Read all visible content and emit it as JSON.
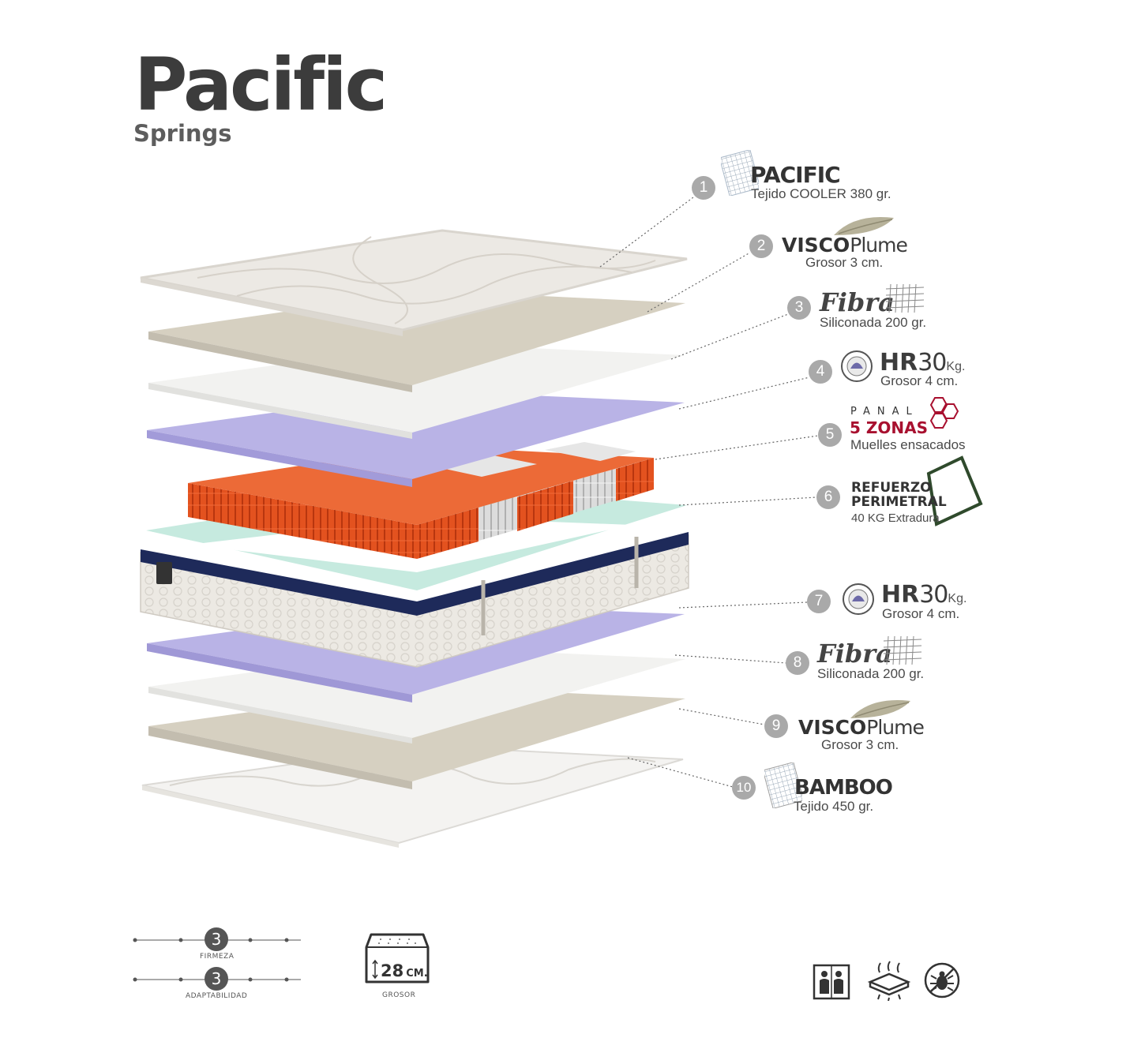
{
  "header": {
    "title": "Pacific",
    "subtitle": "Springs"
  },
  "layers": [
    {
      "number": "1",
      "name": "PACIFIC",
      "detail": "Tejido COOLER 380 gr.",
      "icon": "fabric-grid-icon"
    },
    {
      "number": "2",
      "name_bold": "VISCO",
      "name_light": "Plume",
      "detail": "Grosor 3 cm.",
      "icon": "feather-icon"
    },
    {
      "number": "3",
      "name": "Fibra",
      "detail": "Siliconada 200 gr.",
      "icon": "fiber-grid-icon"
    },
    {
      "number": "4",
      "name_bold": "HR",
      "name_light": "30",
      "unit": "Kg.",
      "detail": "Grosor 4 cm.",
      "icon": "hr-foam-icon"
    },
    {
      "number": "5",
      "name_top": "PANAL",
      "name": "5 ZONAS",
      "detail": "Muelles ensacados",
      "icon": "honeycomb-icon"
    },
    {
      "number": "6",
      "name_line1": "REFUERZO",
      "name_line2": "PERIMETRAL",
      "detail": "40 KG Extradura",
      "icon": "perimeter-frame-icon"
    },
    {
      "number": "7",
      "name_bold": "HR",
      "name_light": "30",
      "unit": "Kg.",
      "detail": "Grosor 4 cm.",
      "icon": "hr-foam-icon"
    },
    {
      "number": "8",
      "name": "Fibra",
      "detail": "Siliconada 200 gr.",
      "icon": "fiber-grid-icon"
    },
    {
      "number": "9",
      "name_bold": "VISCO",
      "name_light": "Plume",
      "detail": "Grosor 3 cm.",
      "icon": "feather-icon"
    },
    {
      "number": "10",
      "name": "BAMBOO",
      "detail": "Tejido 450 gr.",
      "icon": "fabric-grid-icon"
    }
  ],
  "ratings": {
    "firmeza": {
      "label": "FIRMEZA",
      "value": "3",
      "scale_max": 5
    },
    "adaptabilidad": {
      "label": "ADAPTABILIDAD",
      "value": "3",
      "scale_max": 5
    }
  },
  "grosor": {
    "label": "GROSOR",
    "value": "28",
    "unit": "CM."
  },
  "feature_icons": [
    "independent-sleepers-icon",
    "breathable-icon",
    "anti-mite-icon"
  ],
  "colors": {
    "cover": "#e9e6e1",
    "visco": "#d4cfbf",
    "fibra": "#f1f1ef",
    "hr_foam": "#b9b3e6",
    "springs": "#df4a1f",
    "frame": "#bfe6dc",
    "border_band": "#1e2a5a",
    "zonas_red": "#a8102f",
    "refuerzo_green": "#2f4a2c",
    "badge": "#a9a9a9"
  }
}
